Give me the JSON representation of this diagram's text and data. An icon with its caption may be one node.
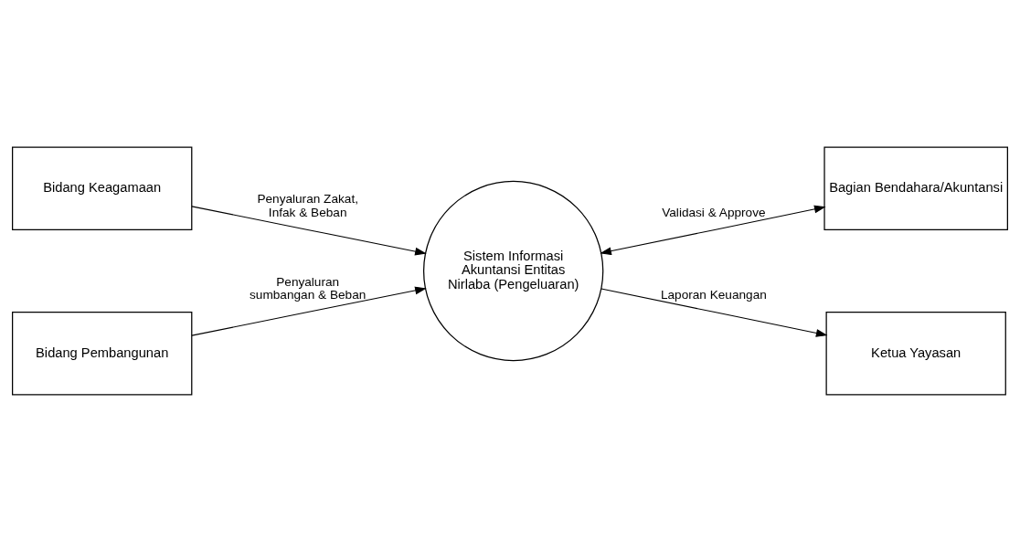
{
  "diagram": {
    "nodes": [
      {
        "text": [
          "Bidang Keagamaan"
        ]
      },
      {
        "text": [
          "Bagian Bendahara/Akuntansi"
        ]
      },
      {
        "text": [
          "Sistem Informasi Akuntansi Entitas Nirlaba (Pengeluaran)"
        ]
      },
      {
        "text": [
          "Bidang Pembangunan"
        ]
      },
      {
        "text": [
          "Ketua Yayasan"
        ]
      }
    ],
    "edges": [
      {
        "from": 0,
        "to": 2,
        "arrow": "to",
        "label": "Penyaluran Zakat, Infak & Beban"
      },
      {
        "from": 3,
        "to": 2,
        "arrow": "to",
        "label": "Penyaluran sumbangan & Beban"
      },
      {
        "from": 2,
        "to": 1,
        "arrow": "both",
        "label": "Validasi & Approve"
      },
      {
        "from": 2,
        "to": 4,
        "arrow": "to",
        "label": "Laporan Keuangan"
      }
    ]
  }
}
